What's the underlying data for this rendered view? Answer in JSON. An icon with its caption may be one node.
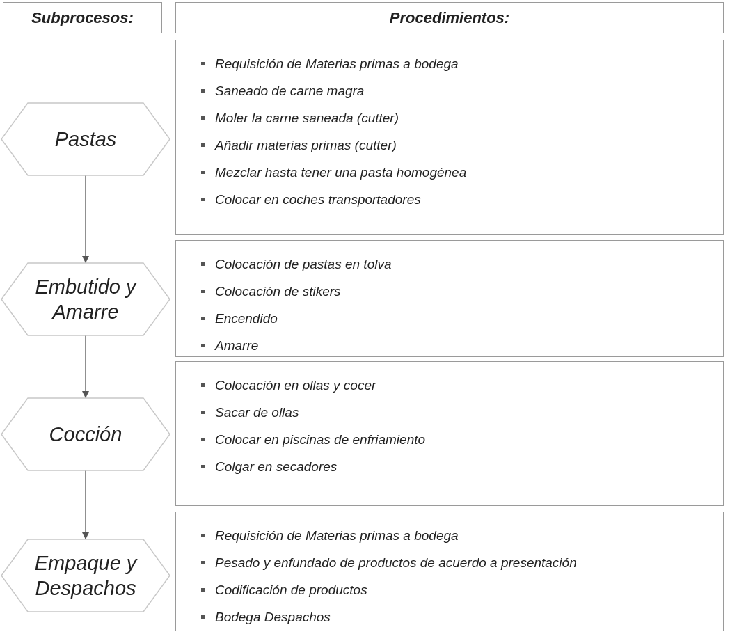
{
  "diagram": {
    "nodes": [
      {
        "text": [
          "Subprocesos:"
        ]
      },
      {
        "text": [
          "Procedimientos:"
        ]
      },
      {
        "text": [
          "Pastas"
        ]
      },
      {
        "text": [
          "Requisición de Materias primas a bodega",
          "Saneado de carne magra",
          "Moler la carne saneada (cutter)",
          "Añadir materias primas (cutter)",
          "Mezclar hasta tener una pasta homogénea",
          "Colocar en coches transportadores"
        ]
      },
      {
        "text": [
          "Embutido y Amarre"
        ]
      },
      {
        "text": [
          "Colocación de pastas en tolva",
          "Colocación de stikers",
          "Encendido",
          "Amarre"
        ]
      },
      {
        "text": [
          "Cocción"
        ]
      },
      {
        "text": [
          "Colocación en ollas y cocer",
          "Sacar de ollas",
          "Colocar en piscinas de enfriamiento",
          "Colgar en secadores"
        ]
      },
      {
        "text": [
          "Empaque y Despachos"
        ]
      },
      {
        "text": [
          "Requisición de Materias primas a bodega",
          "Pesado y enfundado de productos de acuerdo a presentación",
          "Codificación de productos",
          "Bodega Despachos"
        ]
      }
    ],
    "edges": [
      {
        "from": 2,
        "to": 4,
        "arrow": "to"
      },
      {
        "from": 4,
        "to": 6,
        "arrow": "to"
      },
      {
        "from": 6,
        "to": 8,
        "arrow": "to"
      }
    ]
  }
}
